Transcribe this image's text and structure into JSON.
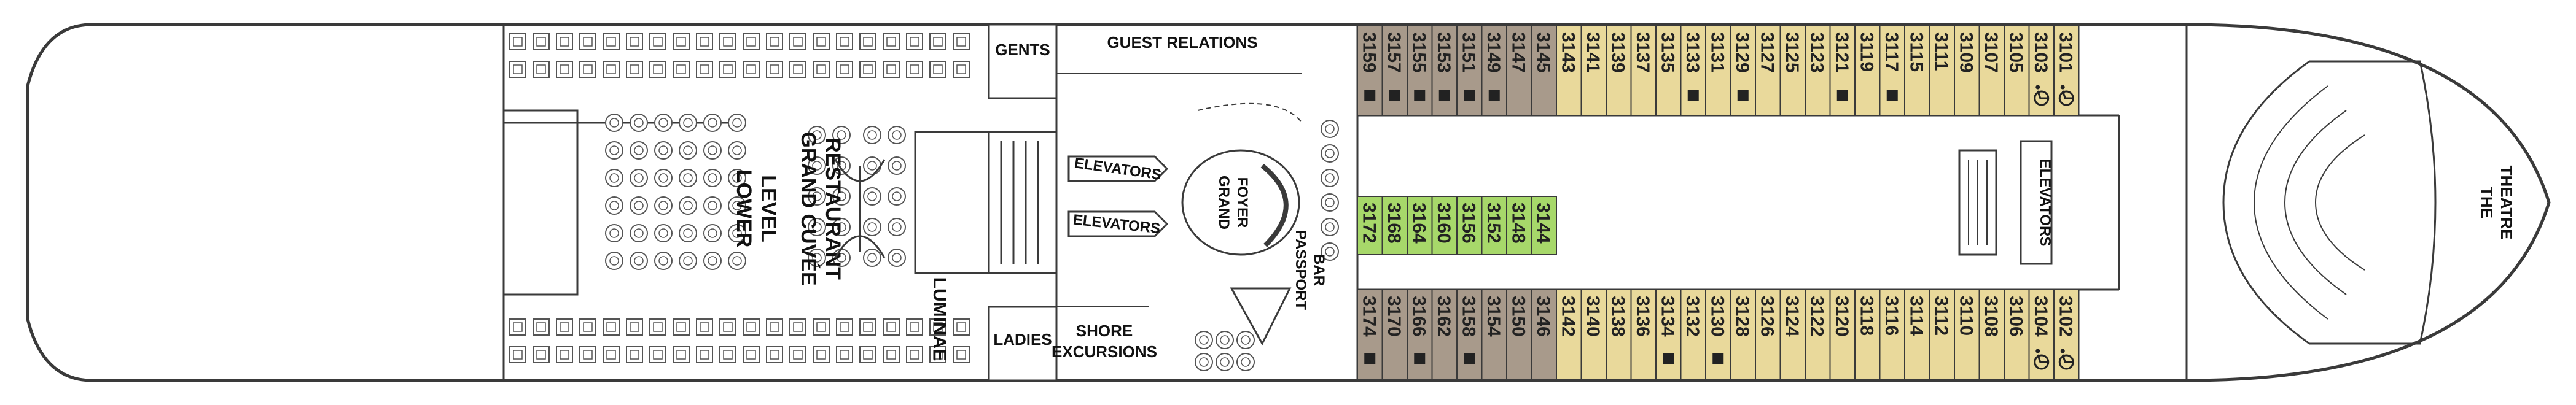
{
  "colors": {
    "outline": "#3a3a3a",
    "hull_fill": "#ffffff",
    "cabin_gold": "#e9d99b",
    "cabin_brown": "#a89a8b",
    "cabin_green": "#a7d86a",
    "fixture": "#8a8a8a"
  },
  "icons": {
    "cabin_marker": "connecting-square-icon",
    "accessible": "wheelchair-icon"
  },
  "labels": {
    "gents": "GENTS",
    "ladies": "LADIES",
    "guest_relations": "GUEST RELATIONS",
    "shore_line1": "SHORE",
    "shore_line2": "EXCURSIONS",
    "elevators_upper": "ELEVATORS",
    "elevators_lower": "ELEVATORS",
    "elevators_aft": "ELEVATORS",
    "grand_foyer_line1": "GRAND",
    "grand_foyer_line2": "FOYER",
    "passport_line1": "PASSPORT",
    "passport_line2": "BAR",
    "restaurant_line1": "GRAND CUVÉE",
    "restaurant_line2": "RESTAURANT",
    "lower_level_line1": "LOWER",
    "lower_level_line2": "LEVEL",
    "luminae": "LUMINAE",
    "theatre_line1": "THE",
    "theatre_line2": "THEATRE"
  },
  "cabins": {
    "top_row": [
      {
        "num": "3159",
        "cat": "brown",
        "marker": true,
        "acc": false
      },
      {
        "num": "3157",
        "cat": "brown",
        "marker": true,
        "acc": false
      },
      {
        "num": "3155",
        "cat": "brown",
        "marker": true,
        "acc": false
      },
      {
        "num": "3153",
        "cat": "brown",
        "marker": true,
        "acc": false
      },
      {
        "num": "3151",
        "cat": "brown",
        "marker": true,
        "acc": false
      },
      {
        "num": "3149",
        "cat": "brown",
        "marker": true,
        "acc": false
      },
      {
        "num": "3147",
        "cat": "brown",
        "marker": false,
        "acc": false
      },
      {
        "num": "3145",
        "cat": "brown",
        "marker": false,
        "acc": false
      },
      {
        "num": "3143",
        "cat": "gold",
        "marker": false,
        "acc": false
      },
      {
        "num": "3141",
        "cat": "gold",
        "marker": false,
        "acc": false
      },
      {
        "num": "3139",
        "cat": "gold",
        "marker": false,
        "acc": false
      },
      {
        "num": "3137",
        "cat": "gold",
        "marker": false,
        "acc": false
      },
      {
        "num": "3135",
        "cat": "gold",
        "marker": false,
        "acc": false
      },
      {
        "num": "3133",
        "cat": "gold",
        "marker": true,
        "acc": false
      },
      {
        "num": "3131",
        "cat": "gold",
        "marker": false,
        "acc": false
      },
      {
        "num": "3129",
        "cat": "gold",
        "marker": true,
        "acc": false
      },
      {
        "num": "3127",
        "cat": "gold",
        "marker": false,
        "acc": false
      },
      {
        "num": "3125",
        "cat": "gold",
        "marker": false,
        "acc": false
      },
      {
        "num": "3123",
        "cat": "gold",
        "marker": false,
        "acc": false
      },
      {
        "num": "3121",
        "cat": "gold",
        "marker": true,
        "acc": false
      },
      {
        "num": "3119",
        "cat": "gold",
        "marker": false,
        "acc": false
      },
      {
        "num": "3117",
        "cat": "gold",
        "marker": true,
        "acc": false
      },
      {
        "num": "3115",
        "cat": "gold",
        "marker": false,
        "acc": false
      },
      {
        "num": "3111",
        "cat": "gold",
        "marker": false,
        "acc": false
      },
      {
        "num": "3109",
        "cat": "gold",
        "marker": false,
        "acc": false
      },
      {
        "num": "3107",
        "cat": "gold",
        "marker": false,
        "acc": false
      },
      {
        "num": "3105",
        "cat": "gold",
        "marker": false,
        "acc": false
      },
      {
        "num": "3103",
        "cat": "gold",
        "marker": false,
        "acc": true
      },
      {
        "num": "3101",
        "cat": "gold",
        "marker": false,
        "acc": true
      }
    ],
    "bottom_row": [
      {
        "num": "3174",
        "cat": "brown",
        "marker": true,
        "acc": false
      },
      {
        "num": "3170",
        "cat": "brown",
        "marker": false,
        "acc": false
      },
      {
        "num": "3166",
        "cat": "brown",
        "marker": true,
        "acc": false
      },
      {
        "num": "3162",
        "cat": "brown",
        "marker": false,
        "acc": false
      },
      {
        "num": "3158",
        "cat": "brown",
        "marker": true,
        "acc": false
      },
      {
        "num": "3154",
        "cat": "brown",
        "marker": false,
        "acc": false
      },
      {
        "num": "3150",
        "cat": "brown",
        "marker": false,
        "acc": false
      },
      {
        "num": "3146",
        "cat": "brown",
        "marker": false,
        "acc": false
      },
      {
        "num": "3142",
        "cat": "gold",
        "marker": false,
        "acc": false
      },
      {
        "num": "3140",
        "cat": "gold",
        "marker": false,
        "acc": false
      },
      {
        "num": "3138",
        "cat": "gold",
        "marker": false,
        "acc": false
      },
      {
        "num": "3136",
        "cat": "gold",
        "marker": false,
        "acc": false
      },
      {
        "num": "3134",
        "cat": "gold",
        "marker": true,
        "acc": false
      },
      {
        "num": "3132",
        "cat": "gold",
        "marker": false,
        "acc": false
      },
      {
        "num": "3130",
        "cat": "gold",
        "marker": true,
        "acc": false
      },
      {
        "num": "3128",
        "cat": "gold",
        "marker": false,
        "acc": false
      },
      {
        "num": "3126",
        "cat": "gold",
        "marker": false,
        "acc": false
      },
      {
        "num": "3124",
        "cat": "gold",
        "marker": false,
        "acc": false
      },
      {
        "num": "3122",
        "cat": "gold",
        "marker": false,
        "acc": false
      },
      {
        "num": "3120",
        "cat": "gold",
        "marker": false,
        "acc": false
      },
      {
        "num": "3118",
        "cat": "gold",
        "marker": false,
        "acc": false
      },
      {
        "num": "3116",
        "cat": "gold",
        "marker": false,
        "acc": false
      },
      {
        "num": "3114",
        "cat": "gold",
        "marker": false,
        "acc": false
      },
      {
        "num": "3112",
        "cat": "gold",
        "marker": false,
        "acc": false
      },
      {
        "num": "3110",
        "cat": "gold",
        "marker": false,
        "acc": false
      },
      {
        "num": "3108",
        "cat": "gold",
        "marker": false,
        "acc": false
      },
      {
        "num": "3106",
        "cat": "gold",
        "marker": false,
        "acc": false
      },
      {
        "num": "3104",
        "cat": "gold",
        "marker": false,
        "acc": true
      },
      {
        "num": "3102",
        "cat": "gold",
        "marker": false,
        "acc": true
      }
    ],
    "center_block": [
      {
        "num": "3172",
        "cat": "green",
        "marker": false,
        "acc": false
      },
      {
        "num": "3168",
        "cat": "green",
        "marker": false,
        "acc": false
      },
      {
        "num": "3164",
        "cat": "green",
        "marker": false,
        "acc": false
      },
      {
        "num": "3160",
        "cat": "green",
        "marker": false,
        "acc": false
      },
      {
        "num": "3156",
        "cat": "green",
        "marker": false,
        "acc": false
      },
      {
        "num": "3152",
        "cat": "green",
        "marker": false,
        "acc": false
      },
      {
        "num": "3148",
        "cat": "green",
        "marker": false,
        "acc": false
      },
      {
        "num": "3144",
        "cat": "green",
        "marker": false,
        "acc": false
      }
    ]
  }
}
